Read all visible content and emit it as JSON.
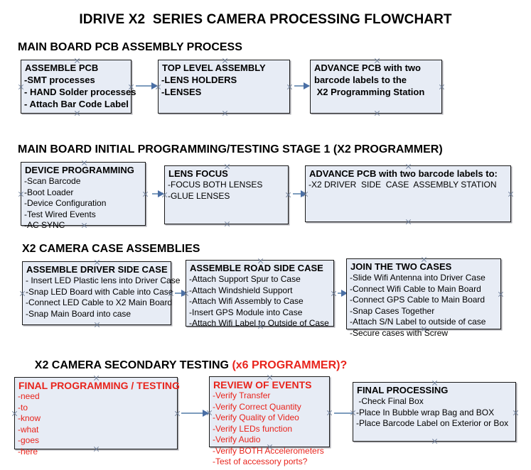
{
  "document": {
    "title": "IDRIVE X2  SERIES CAMERA PROCESSING FLOWCHART",
    "accent_color": "#e8241c",
    "box_fill_color": "#e7ecf5",
    "box_border_color": "#1a1a1a",
    "arrow_color": "#7d9cbd"
  },
  "sections": [
    {
      "heading": "MAIN BOARD PCB ASSEMBLY PROCESS",
      "heading_accent": "",
      "nodes": [
        {
          "title": "ASSEMBLE PCB",
          "lines": [
            "-SMT processes",
            "- HAND Solder processes",
            "- Attach Bar Code Label"
          ]
        },
        {
          "title": "TOP LEVEL ASSEMBLY",
          "lines": [
            "-LENS HOLDERS",
            "-LENSES"
          ]
        },
        {
          "title": "ADVANCE PCB with two",
          "lines": [
            "barcode labels to the",
            " X2 Programming Station"
          ]
        }
      ]
    },
    {
      "heading": "MAIN BOARD INITIAL PROGRAMMING/TESTING STAGE 1 (X2 PROGRAMMER)",
      "heading_accent": "",
      "nodes": [
        {
          "title": "DEVICE PROGRAMMING",
          "lines": [
            "-Scan Barcode",
            "-Boot Loader",
            "-Device Configuration",
            "-Test Wired Events",
            "-AC SYNC"
          ]
        },
        {
          "title": "LENS FOCUS",
          "lines": [
            "-FOCUS BOTH LENSES",
            "-GLUE LENSES"
          ]
        },
        {
          "title": "ADVANCE PCB with two barcode labels to:",
          "lines": [
            "-X2 DRIVER  SIDE  CASE  ASSEMBLY STATION"
          ]
        }
      ]
    },
    {
      "heading": "X2 CAMERA CASE ASSEMBLIES",
      "heading_accent": "",
      "nodes": [
        {
          "title": "ASSEMBLE DRIVER SIDE CASE",
          "lines": [
            "- Insert LED Plastic lens into Driver Case",
            "-Snap LED Board with Cable into Case",
            "-Connect LED Cable to X2 Main Board",
            "-Snap Main Board into case"
          ]
        },
        {
          "title": "ASSEMBLE ROAD SIDE CASE",
          "lines": [
            "-Attach Support Spur to Case",
            "-Attach Windshield Support",
            "-Attach Wifi Assembly to Case",
            "-Insert GPS Module into Case",
            "-Attach Wifi Label to Outside of Case"
          ]
        },
        {
          "title": "JOIN THE TWO CASES",
          "lines": [
            "-Slide Wifi Antenna into Driver Case",
            "-Connect Wifi Cable to Main Board",
            "-Connect GPS Cable to Main Board",
            "-Snap Cases Together",
            "-Attach S/N Label to outside of case",
            "-Secure cases with Screw"
          ]
        }
      ]
    },
    {
      "heading": "X2 CAMERA SECONDARY TESTING ",
      "heading_accent": "(x6 PROGRAMMER)?",
      "nodes": [
        {
          "title": "FINAL PROGRAMMING / TESTING",
          "lines": [
            "-need",
            "-to",
            "-know",
            "-what",
            "-goes",
            "-here"
          ]
        },
        {
          "title": "REVIEW OF EVENTS",
          "lines": [
            "-Verify Transfer",
            "-Verify Correct Quantity",
            "-Verify Quality of Video",
            "-Verify LEDs function",
            "-Verify Audio",
            "-Verify BOTH Accelerometers",
            "-Test of accessory ports?"
          ]
        },
        {
          "title": "FINAL PROCESSING",
          "lines": [
            " -Check Final Box",
            "-Place In Bubble wrap Bag and BOX",
            "-Place Barcode Label on Exterior or Box"
          ]
        }
      ]
    }
  ]
}
